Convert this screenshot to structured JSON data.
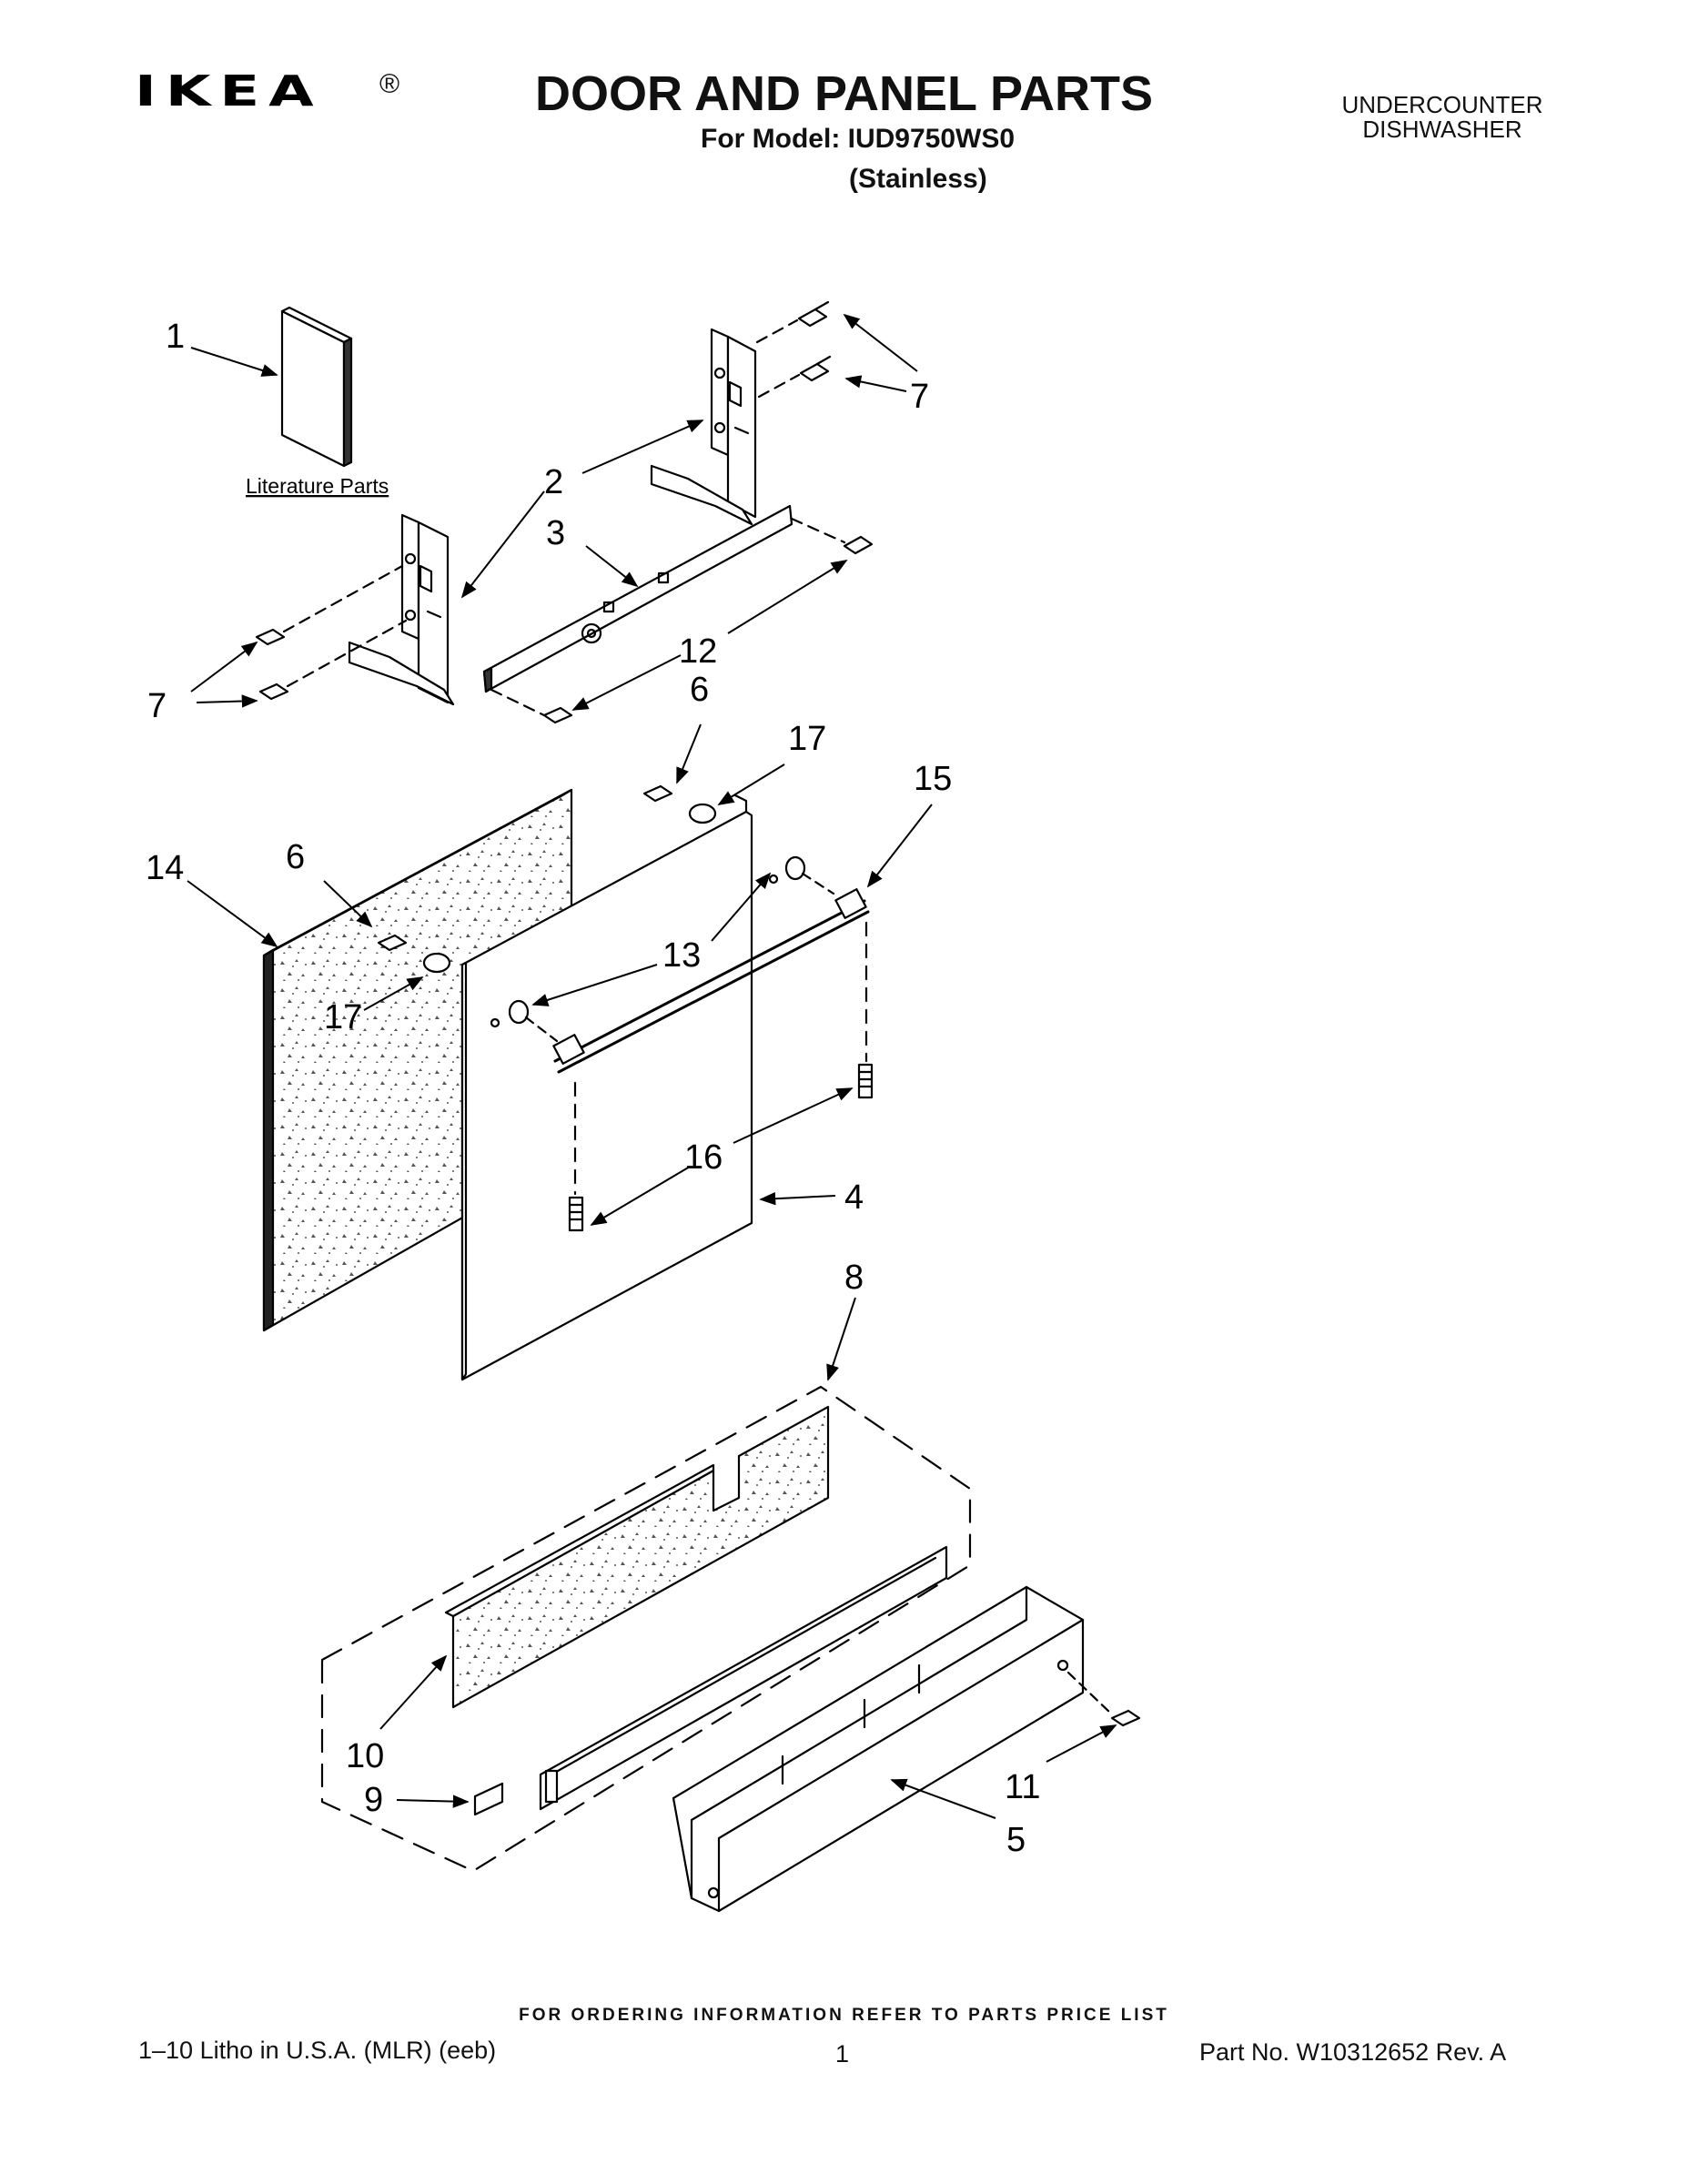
{
  "header": {
    "brand": "IKEA",
    "registered_mark": "®",
    "title": "DOOR AND PANEL PARTS",
    "model_line": "For Model: IUD9750WS0",
    "finish": "(Stainless)",
    "product_type": [
      "UNDERCOUNTER",
      "DISHWASHER"
    ]
  },
  "diagram": {
    "literature_label": "Literature Parts",
    "callouts": [
      "1",
      "2",
      "3",
      "7",
      "7",
      "12",
      "6",
      "17",
      "15",
      "14",
      "6",
      "13",
      "17",
      "16",
      "4",
      "8",
      "10",
      "9",
      "11",
      "5"
    ]
  },
  "footer": {
    "ordering_note": "FOR ORDERING INFORMATION REFER TO PARTS PRICE LIST",
    "litho": "1–10 Litho in U.S.A. (MLR) (eeb)",
    "page_number": "1",
    "part_number": "Part No. W10312652 Rev. A"
  }
}
